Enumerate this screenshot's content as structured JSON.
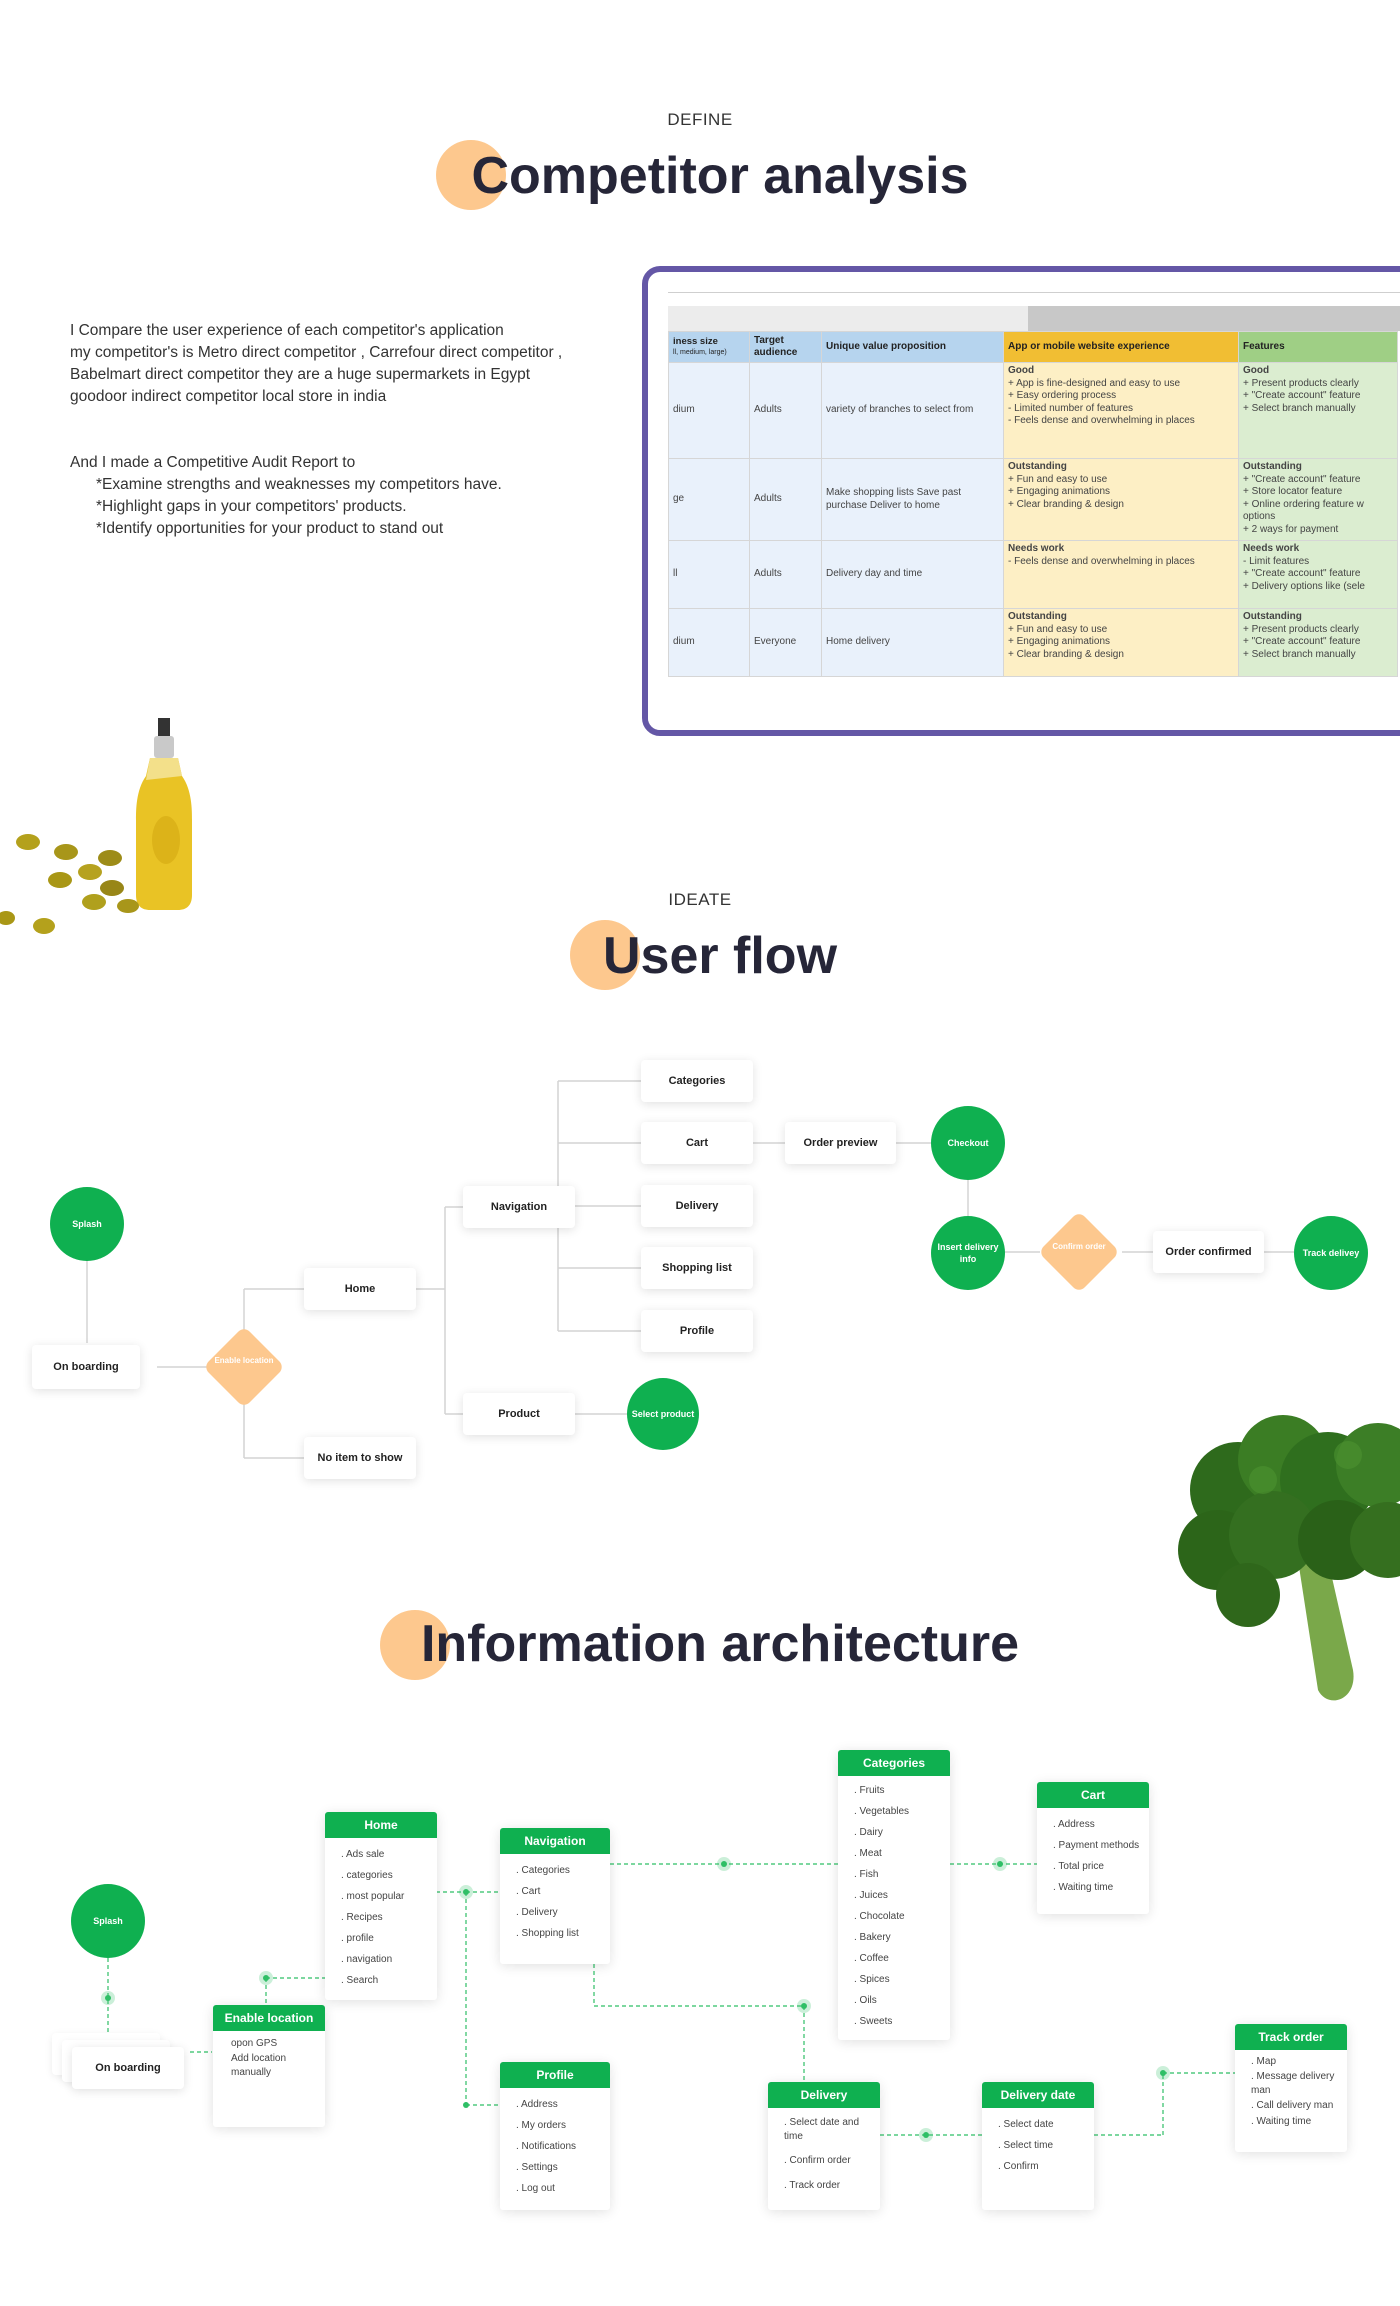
{
  "define": {
    "eyebrow": "DEFINE",
    "title": "Competitor analysis",
    "intro_lines": [
      "I Compare the user experience of each competitor's application",
      "my competitor's is Metro direct competitor , Carrefour direct competitor ,",
      "Babelmart direct competitor they are a huge supermarkets in Egypt",
      "goodoor indirect competitor local store in india"
    ],
    "audit_intro": "And I made a Competitive Audit Report to",
    "audit_points": [
      "*Examine strengths and weaknesses my competitors have.",
      "*Highlight gaps in your competitors' products.",
      "*Identify opportunities for your product to stand out"
    ],
    "table": {
      "headers": [
        "iness size",
        "Target audience",
        "Unique value proposition",
        "App or mobile website experience",
        "Features"
      ],
      "header_sub": "ll, medium, large)",
      "rows": [
        {
          "size": "dium",
          "audience": "Adults",
          "uvp": "variety of branches to select from",
          "exp_head": "Good",
          "exp": [
            "+ App is fine-designed and easy to use",
            "+ Easy ordering process",
            "- Limited number of features",
            "- Feels dense and overwhelming in places"
          ],
          "feat_head": "Good",
          "feat": [
            "+ Present products clearly",
            "+ \"Create account\" feature",
            "+ Select branch manually"
          ]
        },
        {
          "size": "ge",
          "audience": "Adults",
          "uvp": "Make shopping lists Save past purchase Deliver to home",
          "exp_head": "Outstanding",
          "exp": [
            "+ Fun and easy to use",
            "+ Engaging animations",
            "+ Clear branding & design"
          ],
          "feat_head": "Outstanding",
          "feat": [
            "+ \"Create account\" feature",
            "+ Store locator feature",
            "+ Online ordering feature w",
            "options",
            "+ 2 ways for payment"
          ]
        },
        {
          "size": "ll",
          "audience": "Adults",
          "uvp": "Delivery day and time",
          "exp_head": "Needs work",
          "exp": [
            "- Feels dense and overwhelming in places"
          ],
          "feat_head": "Needs work",
          "feat": [
            "- Limit features",
            "+ \"Create account\" feature",
            "+ Delivery options like (sele"
          ]
        },
        {
          "size": "dium",
          "audience": "Everyone",
          "uvp": "Home delivery",
          "exp_head": "Outstanding",
          "exp": [
            "+ Fun and easy to use",
            "+ Engaging animations",
            "+ Clear branding & design"
          ],
          "feat_head": "Outstanding",
          "feat": [
            "+ Present products clearly",
            "+ \"Create account\" feature",
            "+ Select branch manually"
          ]
        }
      ]
    }
  },
  "ideate": {
    "eyebrow": "IDEATE",
    "title": "User flow",
    "nodes": {
      "splash": "Splash",
      "on_boarding": "On boarding",
      "enable_location": "Enable location",
      "home": "Home",
      "no_item": "No item to show",
      "navigation": "Navigation",
      "product": "Product",
      "select_product": "Select product",
      "categories": "Categories",
      "cart": "Cart",
      "delivery": "Delivery",
      "shopping_list": "Shopping list",
      "profile": "Profile",
      "order_preview": "Order preview",
      "checkout": "Checkout",
      "insert_delivery": "Insert delivery info",
      "confirm_order": "Confirm order",
      "order_confirmed": "Order confirmed",
      "track_delivery": "Track delivey"
    }
  },
  "ia": {
    "title": "Information architecture",
    "splash": "Splash",
    "on_boarding": "On boarding",
    "cards": {
      "enable_location": {
        "title": "Enable location",
        "items": [
          "opon GPS",
          "Add location manually"
        ]
      },
      "home": {
        "title": "Home",
        "items": [
          ". Ads sale",
          ". categories",
          ". most popular",
          ". Recipes",
          ". profile",
          ". navigation",
          ". Search"
        ]
      },
      "navigation": {
        "title": "Navigation",
        "items": [
          ". Categories",
          ". Cart",
          ". Delivery",
          ". Shopping list"
        ]
      },
      "profile": {
        "title": "Profile",
        "items": [
          ". Address",
          ". My orders",
          ". Notifications",
          ". Settings",
          ". Log out"
        ]
      },
      "categories": {
        "title": "Categories",
        "items": [
          ". Fruits",
          ". Vegetables",
          ". Dairy",
          ". Meat",
          ". Fish",
          ". Juices",
          ". Chocolate",
          ". Bakery",
          ". Coffee",
          ". Spices",
          ". Oils",
          ". Sweets"
        ]
      },
      "cart": {
        "title": "Cart",
        "items": [
          ". Address",
          ". Payment methods",
          ". Total price",
          ". Waiting time"
        ]
      },
      "delivery": {
        "title": "Delivery",
        "items": [
          ". Select date and time",
          ". Confirm order",
          ". Track order"
        ]
      },
      "delivery_date": {
        "title": "Delivery date",
        "items": [
          ". Select date",
          ". Select time",
          ". Confirm"
        ]
      },
      "track_order": {
        "title": "Track order",
        "items": [
          ". Map",
          ". Message delivery man",
          ". Call delivery man",
          ". Waiting time"
        ]
      }
    }
  },
  "colors": {
    "accent_green": "#0fb050",
    "peach": "#fdc88e",
    "frame_purple": "#6457a6"
  }
}
